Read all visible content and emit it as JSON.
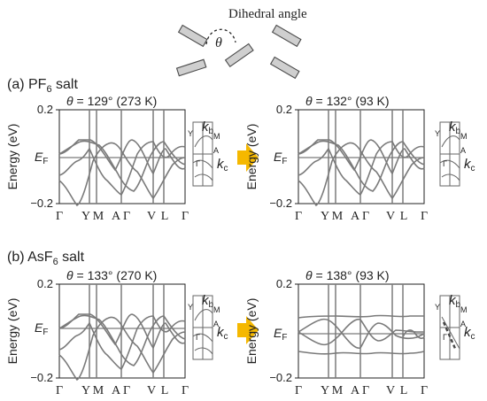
{
  "header": {
    "title": "Dihedral angle",
    "symbol": "θ"
  },
  "panels": [
    {
      "label": "(a) PF",
      "label_sub": "6",
      "label_tail": " salt",
      "left": {
        "theta": "θ",
        "title_rest": " = 129° (273 K)"
      },
      "right": {
        "theta": "θ",
        "title_rest": " = 132° (93 K)"
      }
    },
    {
      "label": "(b) AsF",
      "label_sub": "6",
      "label_tail": " salt",
      "left": {
        "theta": "θ",
        "title_rest": " = 133° (270 K)"
      },
      "right": {
        "theta": "θ",
        "title_rest": " = 138° (93 K)"
      }
    }
  ],
  "axes": {
    "ylabel": "Energy (eV)",
    "ytick_top": "0.2",
    "ytick_bottom": "−0.2",
    "fermi": "E",
    "fermi_sub": "F",
    "kpoints": [
      "Γ",
      "Y",
      "M",
      "A",
      "Γ",
      "V",
      "L",
      "Γ"
    ]
  },
  "bz": {
    "kb": "k",
    "kb_sub": "b",
    "kc": "k",
    "kc_sub": "c",
    "Y": "Y",
    "M": "M",
    "A": "A",
    "G": "Γ"
  },
  "colors": {
    "band": "#7a7a7a",
    "arrow": "#f5b800",
    "axis": "#222222"
  }
}
